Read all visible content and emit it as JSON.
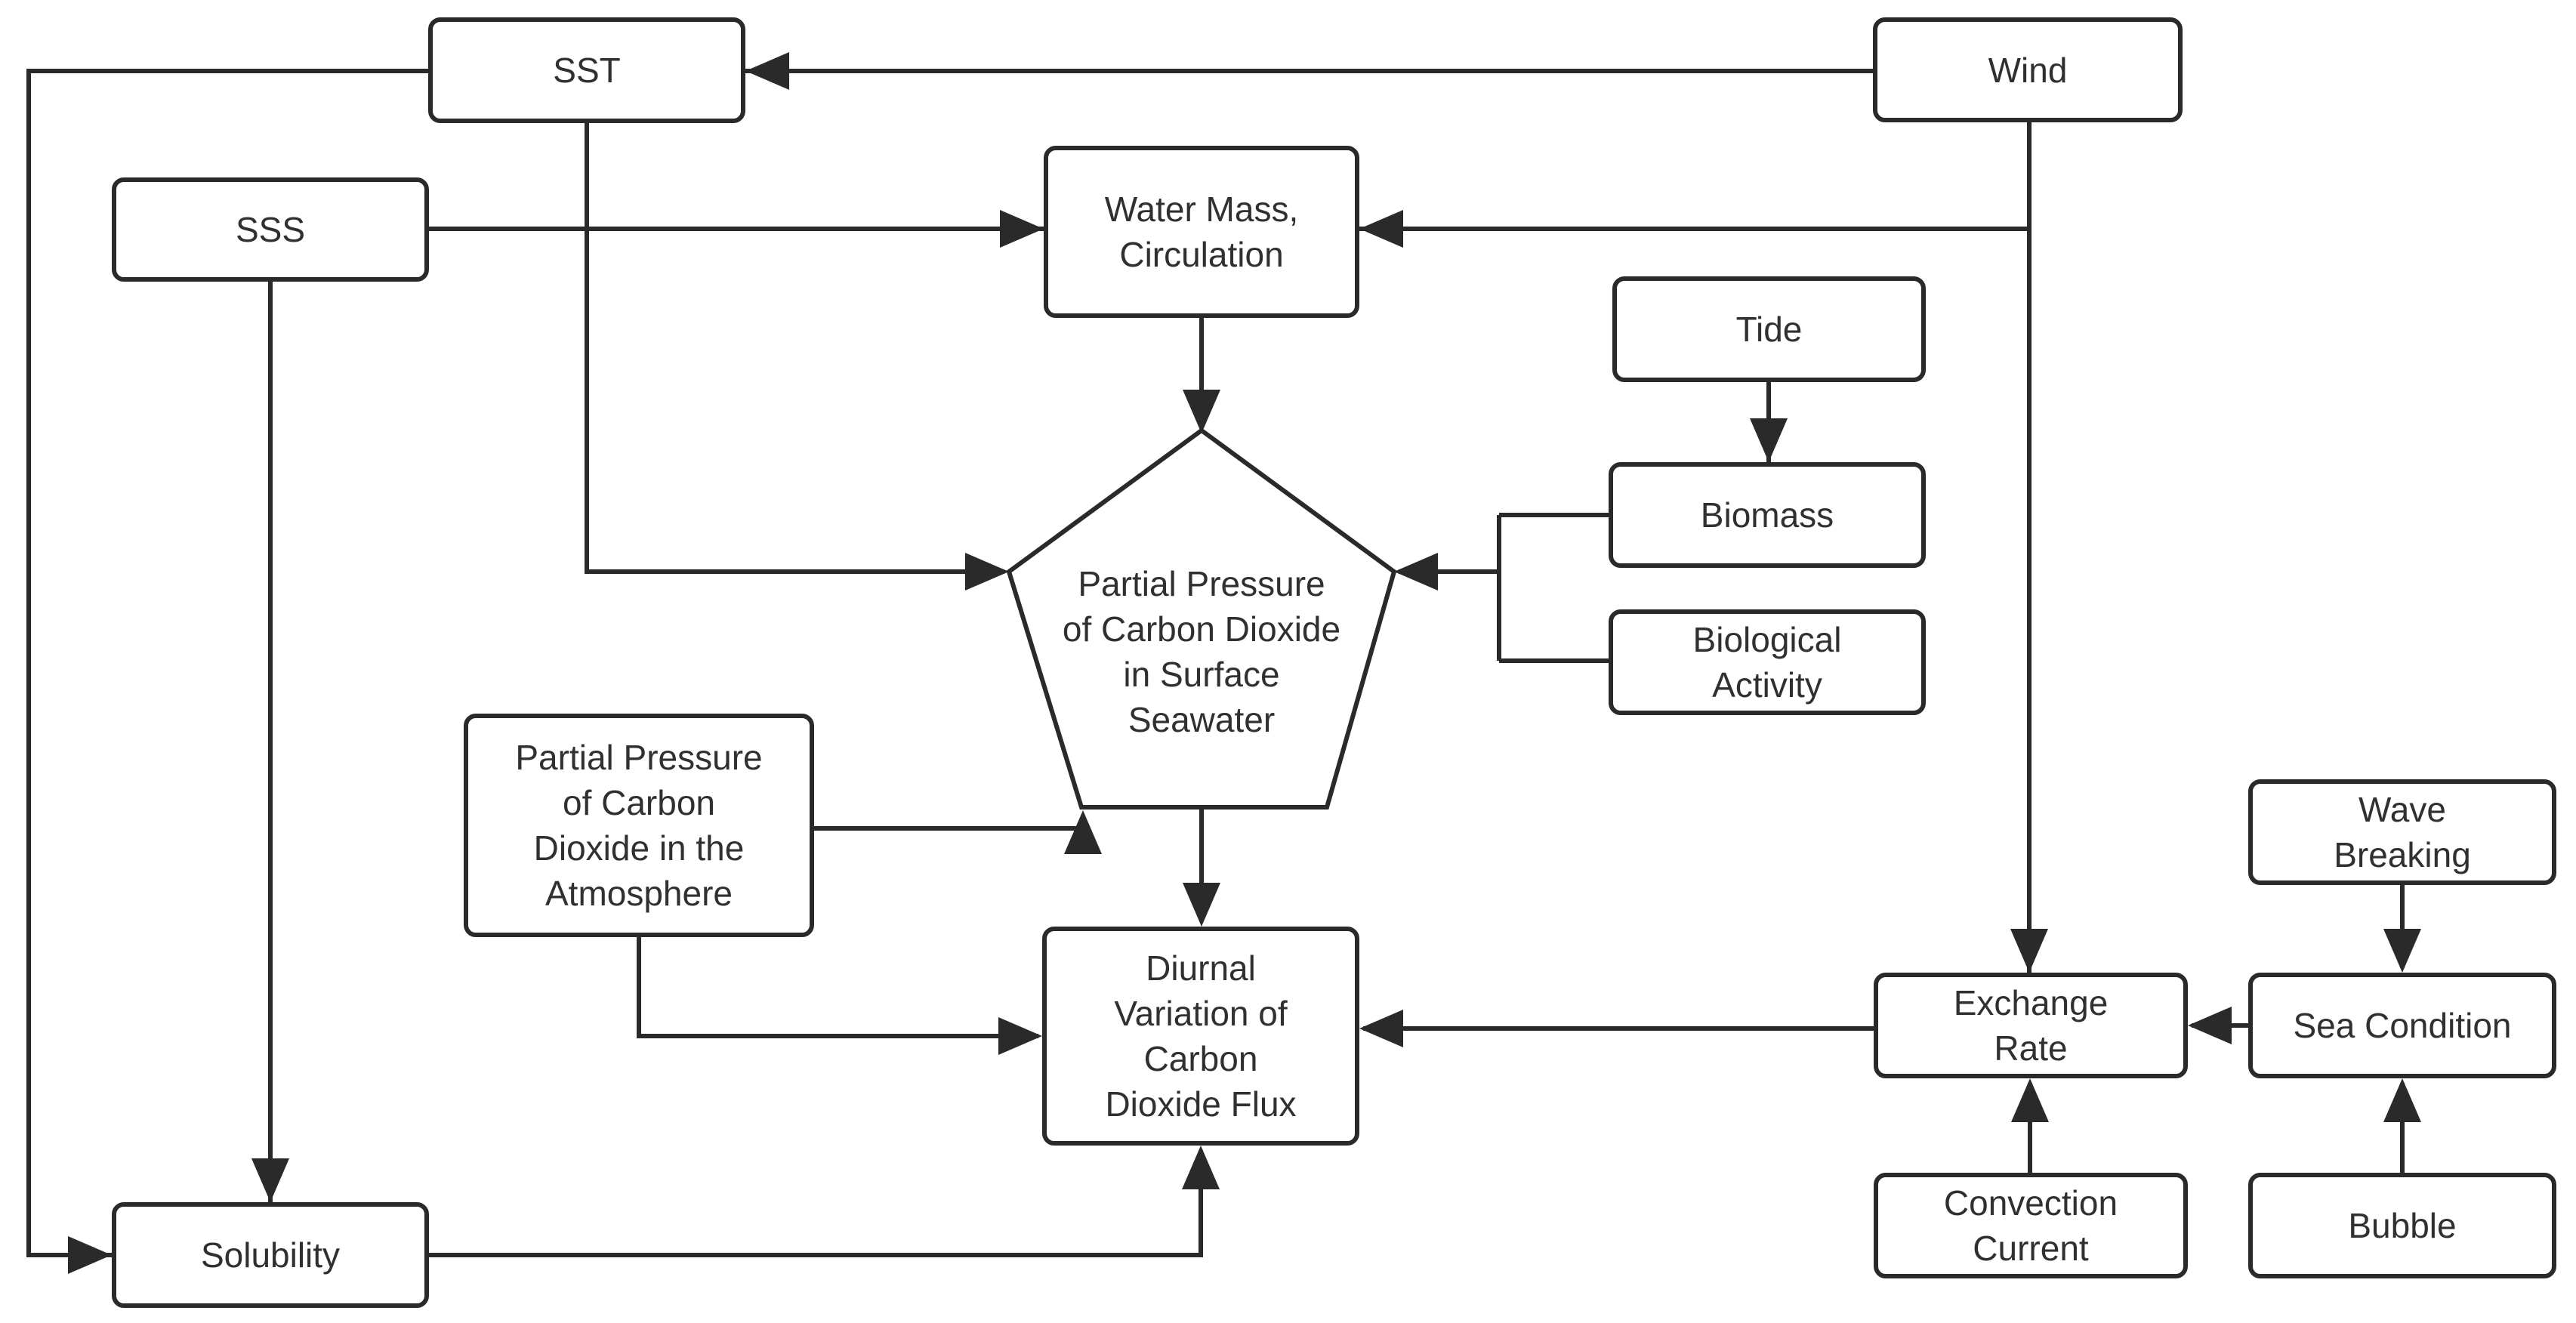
{
  "diagram": {
    "colors": {
      "line": "#2a2a2a",
      "background": "#ffffff",
      "text": "#303030"
    },
    "nodes": {
      "sst": {
        "label": "SST"
      },
      "wind": {
        "label": "Wind"
      },
      "sss": {
        "label": "SSS"
      },
      "water_mass": {
        "label": "Water Mass,\nCirculation"
      },
      "tide": {
        "label": "Tide"
      },
      "biomass": {
        "label": "Biomass"
      },
      "biological_activity": {
        "label": "Biological\nActivity"
      },
      "pco2_seawater": {
        "label": "Partial Pressure\nof Carbon Dioxide\nin Surface\nSeawater",
        "shape": "pentagon"
      },
      "pco2_atmosphere": {
        "label": "Partial Pressure\nof Carbon\nDioxide in the\nAtmosphere"
      },
      "diurnal_variation": {
        "label": "Diurnal\nVariation of\nCarbon\nDioxide Flux"
      },
      "exchange_rate": {
        "label": "Exchange\nRate"
      },
      "convection_current": {
        "label": "Convection\nCurrent"
      },
      "wave_breaking": {
        "label": "Wave\nBreaking"
      },
      "sea_condition": {
        "label": "Sea Condition"
      },
      "bubble": {
        "label": "Bubble"
      },
      "solubility": {
        "label": "Solubility"
      }
    },
    "edges": [
      {
        "from": "Wind",
        "to": "SST"
      },
      {
        "from": "SST",
        "to": "Solubility"
      },
      {
        "from": "SSS",
        "to": "Water Mass, Circulation"
      },
      {
        "from": "Wind",
        "to": "Water Mass, Circulation"
      },
      {
        "from": "Wind",
        "to": "Exchange Rate"
      },
      {
        "from": "Water Mass, Circulation",
        "to": "Partial Pressure of Carbon Dioxide in Surface Seawater"
      },
      {
        "from": "SST",
        "to": "Partial Pressure of Carbon Dioxide in Surface Seawater"
      },
      {
        "from": "SSS",
        "to": "Solubility"
      },
      {
        "from": "Tide",
        "to": "Biomass"
      },
      {
        "from": "Biomass",
        "to": "Partial Pressure of Carbon Dioxide in Surface Seawater"
      },
      {
        "from": "Biological Activity",
        "to": "Partial Pressure of Carbon Dioxide in Surface Seawater"
      },
      {
        "from": "Partial Pressure of Carbon Dioxide in the Atmosphere",
        "to": "Partial Pressure of Carbon Dioxide in Surface Seawater"
      },
      {
        "from": "Partial Pressure of Carbon Dioxide in Surface Seawater",
        "to": "Diurnal Variation of Carbon Dioxide Flux"
      },
      {
        "from": "Partial Pressure of Carbon Dioxide in the Atmosphere",
        "to": "Diurnal Variation of Carbon Dioxide Flux"
      },
      {
        "from": "Exchange Rate",
        "to": "Diurnal Variation of Carbon Dioxide Flux"
      },
      {
        "from": "Sea Condition",
        "to": "Exchange Rate"
      },
      {
        "from": "Wave Breaking",
        "to": "Sea Condition"
      },
      {
        "from": "Bubble",
        "to": "Sea Condition"
      },
      {
        "from": "Convection Current",
        "to": "Exchange Rate"
      },
      {
        "from": "Solubility",
        "to": "Diurnal Variation of Carbon Dioxide Flux"
      }
    ]
  }
}
